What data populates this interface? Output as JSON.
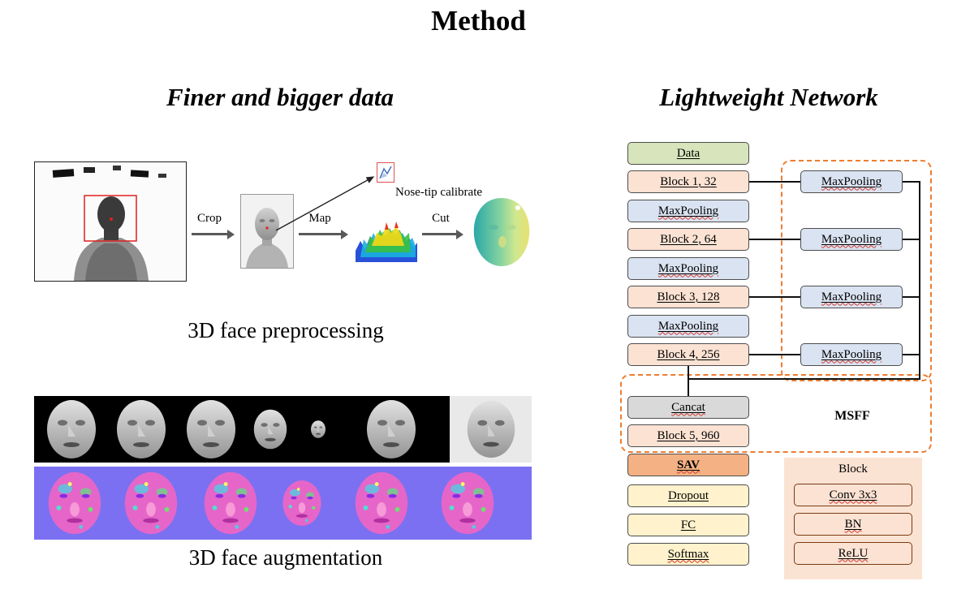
{
  "title": "Method",
  "left": {
    "heading": "Finer and bigger data",
    "pipeline": {
      "arrows": [
        "Crop",
        "Map",
        "Cut"
      ],
      "annotation": "Nose-tip calibrate",
      "caption": "3D face preprocessing"
    },
    "augmentation": {
      "caption": "3D face augmentation"
    }
  },
  "right": {
    "heading": "Lightweight Network",
    "msff_label": "MSFF",
    "main_column": [
      {
        "label": "Data",
        "type": "data"
      },
      {
        "label": "Block 1, 32",
        "type": "block"
      },
      {
        "label": "MaxPooling",
        "type": "pool"
      },
      {
        "label": "Block 2, 64",
        "type": "block"
      },
      {
        "label": "MaxPooling",
        "type": "pool"
      },
      {
        "label": "Block 3, 128",
        "type": "block"
      },
      {
        "label": "MaxPooling",
        "type": "pool"
      },
      {
        "label": "Block 4, 256",
        "type": "block"
      }
    ],
    "skip_column": [
      {
        "label": "MaxPooling"
      },
      {
        "label": "MaxPooling"
      },
      {
        "label": "MaxPooling"
      },
      {
        "label": "MaxPooling"
      }
    ],
    "bottom_column": [
      {
        "label": "Cancat",
        "type": "concat"
      },
      {
        "label": "Block 5, 960",
        "type": "block"
      },
      {
        "label": "SAV",
        "type": "sav"
      },
      {
        "label": "Dropout",
        "type": "fc"
      },
      {
        "label": "FC",
        "type": "fc"
      },
      {
        "label": "Softmax",
        "type": "fc"
      }
    ],
    "legend": {
      "title": "Block",
      "items": [
        "Conv 3x3",
        "BN",
        "ReLU"
      ]
    }
  },
  "colors": {
    "data_box": "#d7e4bc",
    "block_box": "#fbe2d3",
    "pool_box": "#dae3f1",
    "concat_box": "#d9d9d9",
    "sav_box": "#f4b183",
    "fc_box": "#fff2cc",
    "msff_dash": "#ed7d31",
    "legend_bg": "#fbe3d4",
    "augment_bg": "#7b70f2",
    "crop_rect": "#e02020"
  }
}
